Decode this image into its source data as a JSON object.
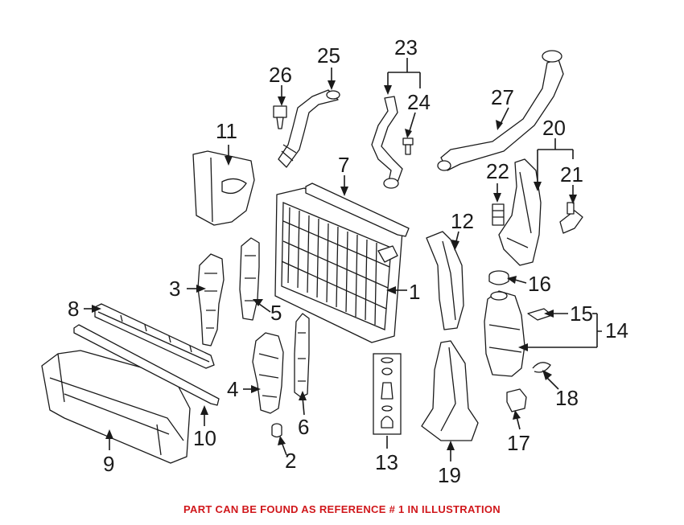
{
  "callouts": [
    {
      "id": "c1",
      "label": "1"
    },
    {
      "id": "c2",
      "label": "2"
    },
    {
      "id": "c3",
      "label": "3"
    },
    {
      "id": "c4",
      "label": "4"
    },
    {
      "id": "c5",
      "label": "5"
    },
    {
      "id": "c6",
      "label": "6"
    },
    {
      "id": "c7",
      "label": "7"
    },
    {
      "id": "c8",
      "label": "8"
    },
    {
      "id": "c9",
      "label": "9"
    },
    {
      "id": "c10",
      "label": "10"
    },
    {
      "id": "c11",
      "label": "11"
    },
    {
      "id": "c12",
      "label": "12"
    },
    {
      "id": "c13",
      "label": "13"
    },
    {
      "id": "c14",
      "label": "14"
    },
    {
      "id": "c15",
      "label": "15"
    },
    {
      "id": "c16",
      "label": "16"
    },
    {
      "id": "c17",
      "label": "17"
    },
    {
      "id": "c18",
      "label": "18"
    },
    {
      "id": "c19",
      "label": "19"
    },
    {
      "id": "c20",
      "label": "20"
    },
    {
      "id": "c21",
      "label": "21"
    },
    {
      "id": "c22",
      "label": "22"
    },
    {
      "id": "c23",
      "label": "23"
    },
    {
      "id": "c24",
      "label": "24"
    },
    {
      "id": "c25",
      "label": "25"
    },
    {
      "id": "c26",
      "label": "26"
    },
    {
      "id": "c27",
      "label": "27"
    }
  ],
  "footer": {
    "text": "PART CAN BE FOUND AS REFERENCE # 1 IN ILLUSTRATION",
    "color": "#d0171b"
  },
  "colors": {
    "ink": "#1a1a1a",
    "background": "#ffffff"
  }
}
